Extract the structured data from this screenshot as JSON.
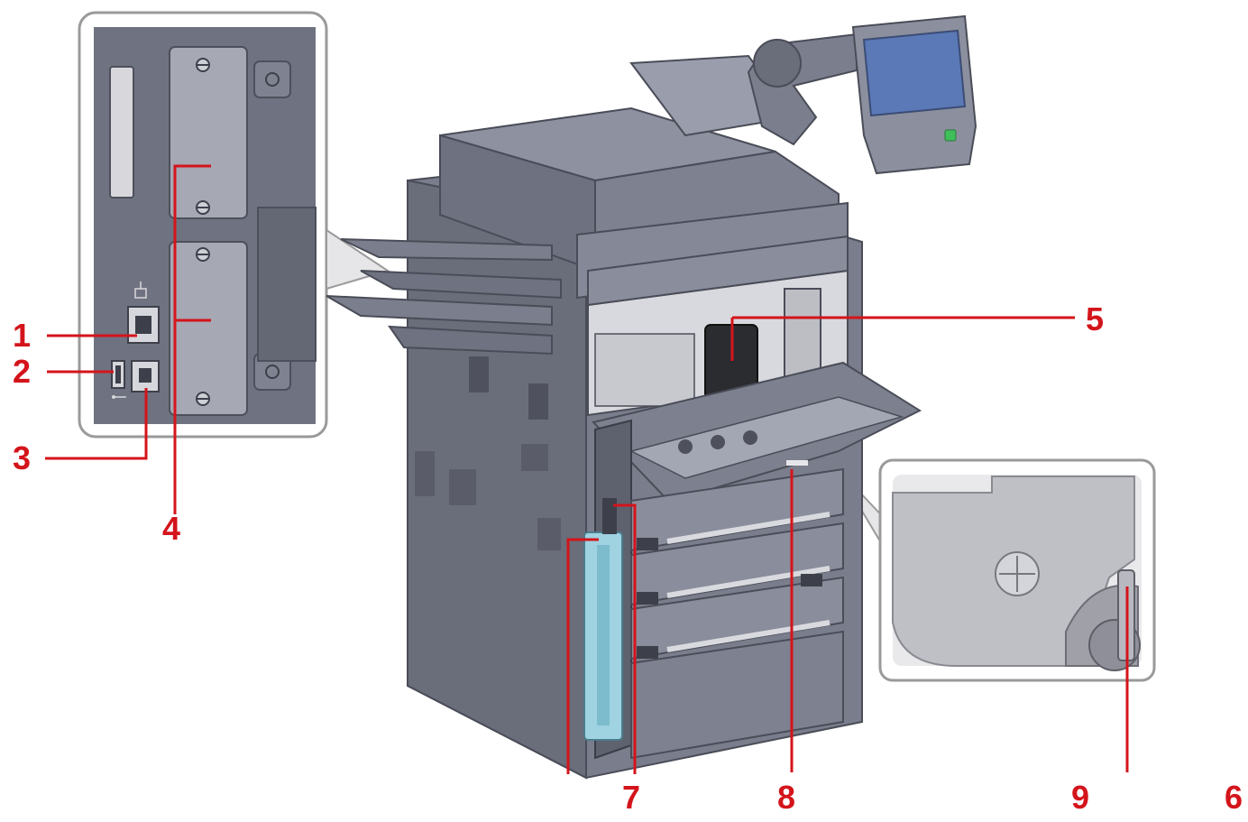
{
  "colors": {
    "callout": "#d4141b",
    "body_dark": "#5b5e6c",
    "body_mid": "#7a7d8b",
    "body_light": "#9a9dab",
    "panel_bg": "#6f7280",
    "inset_bg": "#e9e9eb",
    "toner_blue": "#9fd3e2",
    "screen_blue": "#5a79b6",
    "power_green": "#3fbf5a"
  },
  "callouts": [
    {
      "id": "1",
      "label": "1"
    },
    {
      "id": "2",
      "label": "2"
    },
    {
      "id": "3",
      "label": "3"
    },
    {
      "id": "4",
      "label": "4"
    },
    {
      "id": "5",
      "label": "5"
    },
    {
      "id": "6",
      "label": "6"
    },
    {
      "id": "7",
      "label": "7"
    },
    {
      "id": "8",
      "label": "8"
    },
    {
      "id": "9",
      "label": "9"
    }
  ],
  "icons": {
    "network_port": "network-icon",
    "usb_port": "usb-icon",
    "screw": "screw-icon"
  }
}
